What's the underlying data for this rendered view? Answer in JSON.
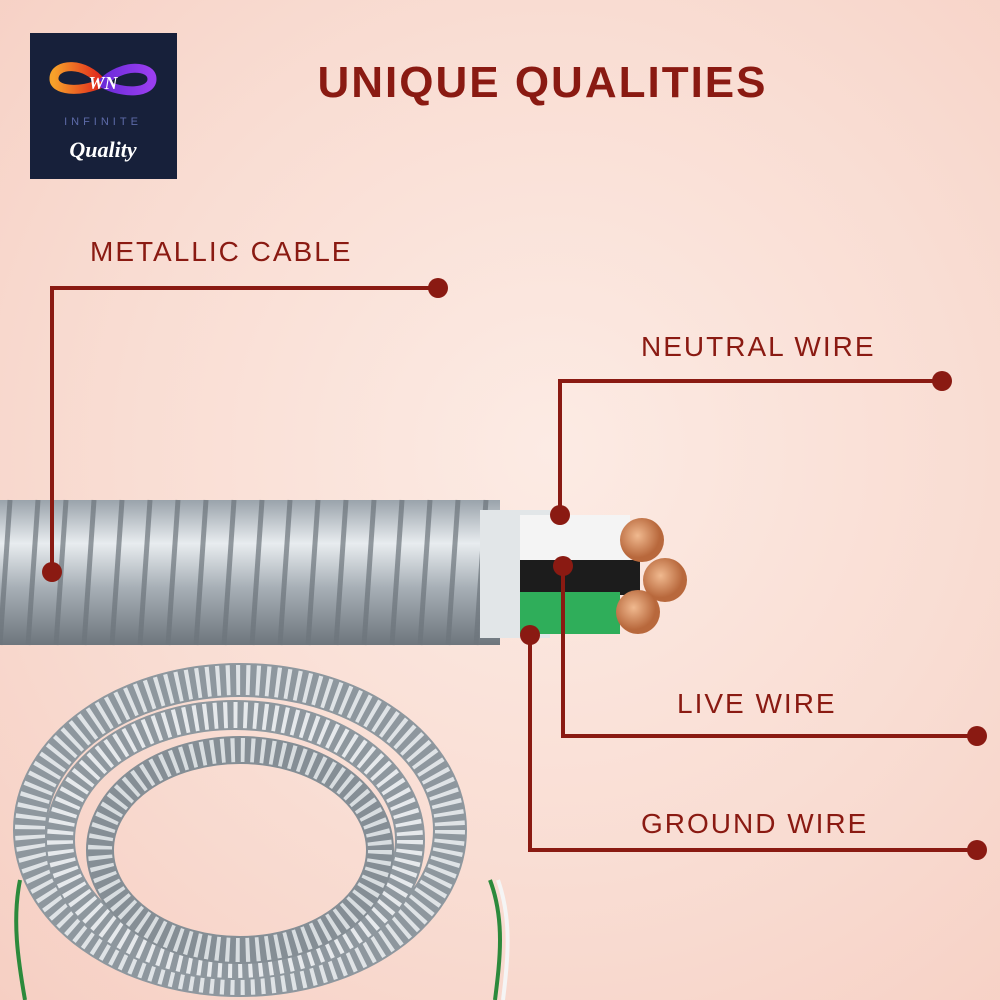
{
  "logo": {
    "brand": "INFINITE",
    "tagline": "Quality",
    "mark": "WN"
  },
  "title": "UNIQUE QUALITIES",
  "labels": {
    "metallic_cable": "METALLIC CABLE",
    "neutral_wire": "NEUTRAL WIRE",
    "live_wire": "LIVE WIRE",
    "ground_wire": "GROUND WIRE"
  },
  "colors": {
    "accent": "#8a1a12",
    "background": "#f9ddd3"
  }
}
